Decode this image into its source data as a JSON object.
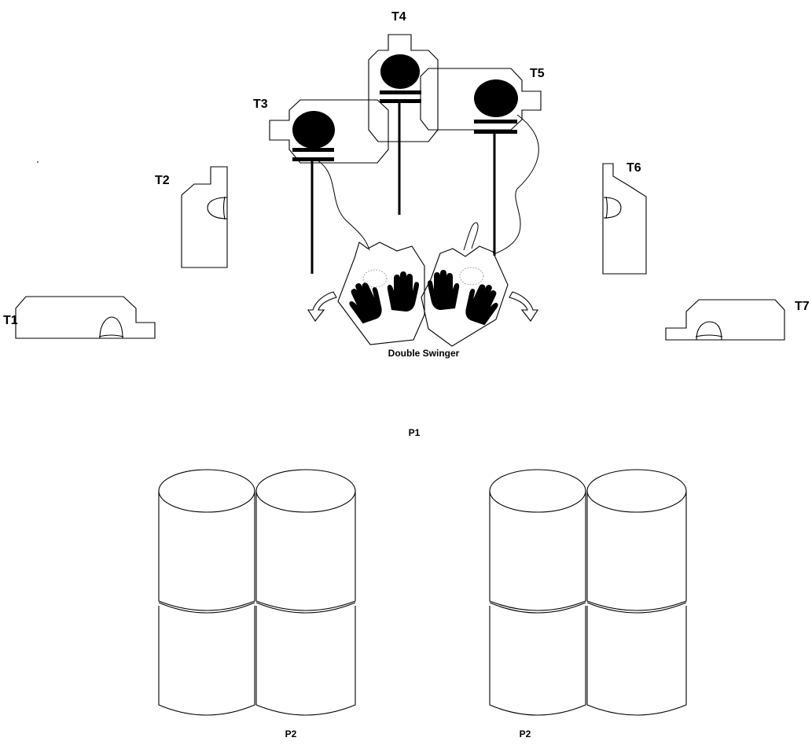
{
  "labels": {
    "t1": "T1",
    "t2": "T2",
    "t3": "T3",
    "t4": "T4",
    "t5": "T5",
    "t6": "T6",
    "t7": "T7",
    "swinger": "Double Swinger",
    "p1": "P1",
    "p2_left": "P2",
    "p2_right": "P2"
  },
  "colors": {
    "ink": "#000000",
    "paper": "#ffffff"
  }
}
